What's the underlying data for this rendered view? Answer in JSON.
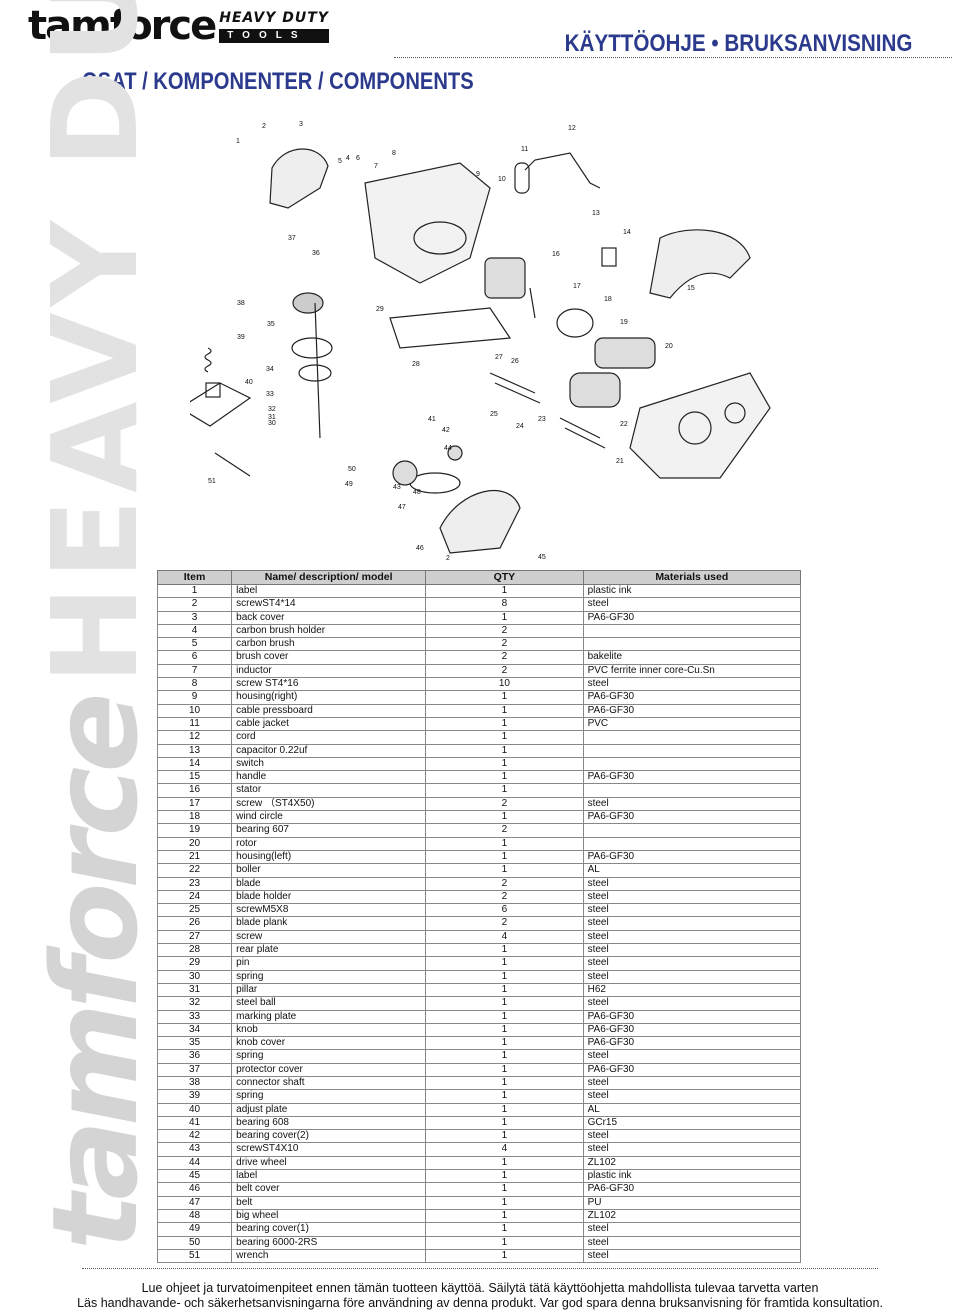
{
  "header": {
    "logo_main": "tamforce",
    "logo_sub1": "HEAVY DUTY",
    "logo_sub2": "TOOLS",
    "title": "KÄYTTÖOHJE • BRUKSANVISNING"
  },
  "section_title": "OSAT / KOMPONENTER / COMPONENTS",
  "watermark": {
    "brand": "tamforce",
    "tag": "HEAVY DUTY"
  },
  "diagram": {
    "callouts": [
      "1",
      "2",
      "3",
      "4",
      "5",
      "6",
      "7",
      "8",
      "9",
      "10",
      "11",
      "12",
      "13",
      "14",
      "15",
      "16",
      "17",
      "18",
      "19",
      "20",
      "21",
      "22",
      "23",
      "24",
      "25",
      "26",
      "27",
      "28",
      "29",
      "30",
      "31",
      "32",
      "33",
      "34",
      "35",
      "36",
      "37",
      "38",
      "39",
      "40",
      "41",
      "42",
      "43",
      "44",
      "45",
      "46",
      "47",
      "48",
      "49",
      "50",
      "51"
    ]
  },
  "table": {
    "headers": [
      "Item",
      "Name/ description/ model",
      "QTY",
      "Materials used"
    ],
    "rows": [
      [
        "1",
        "label",
        "1",
        "plastic ink"
      ],
      [
        "2",
        "screwST4*14",
        "8",
        "steel"
      ],
      [
        "3",
        "back cover",
        "1",
        "PA6-GF30"
      ],
      [
        "4",
        "carbon brush holder",
        "2",
        ""
      ],
      [
        "5",
        "carbon brush",
        "2",
        ""
      ],
      [
        "6",
        "brush cover",
        "2",
        "bakelite"
      ],
      [
        "7",
        " inductor",
        "2",
        "PVC ferrite inner core-Cu.Sn"
      ],
      [
        "8",
        "screw ST4*16",
        "10",
        "steel"
      ],
      [
        "9",
        "housing(right)",
        "1",
        "PA6-GF30"
      ],
      [
        "10",
        "cable pressboard",
        "1",
        "PA6-GF30"
      ],
      [
        "11",
        "cable jacket",
        "1",
        "PVC"
      ],
      [
        "12",
        "cord",
        "1",
        ""
      ],
      [
        "13",
        "capacitor 0.22uf",
        "1",
        ""
      ],
      [
        "14",
        "switch",
        "1",
        ""
      ],
      [
        "15",
        "handle",
        "1",
        "PA6-GF30"
      ],
      [
        "16",
        "stator",
        "1",
        ""
      ],
      [
        "17",
        "screw （ST4X50)",
        "2",
        "steel"
      ],
      [
        "18",
        "wind circle",
        "1",
        "PA6-GF30"
      ],
      [
        "19",
        "bearing 607",
        "2",
        ""
      ],
      [
        "20",
        "rotor",
        "1",
        ""
      ],
      [
        "21",
        "housing(left)",
        "1",
        "PA6-GF30"
      ],
      [
        "22",
        " boller",
        "1",
        "AL"
      ],
      [
        "23",
        "blade",
        "2",
        "steel"
      ],
      [
        "24",
        "blade holder",
        "2",
        "steel"
      ],
      [
        "25",
        "screwM5X8",
        "6",
        "steel"
      ],
      [
        "26",
        "blade plank",
        "2",
        "steel"
      ],
      [
        "27",
        "screw",
        "4",
        "steel"
      ],
      [
        "28",
        " rear plate",
        "1",
        "steel"
      ],
      [
        "29",
        "pin",
        "1",
        "steel"
      ],
      [
        "30",
        "spring",
        "1",
        "steel"
      ],
      [
        "31",
        "pillar",
        "1",
        "H62"
      ],
      [
        "32",
        "steel ball",
        "1",
        "steel"
      ],
      [
        "33",
        "marking plate",
        "1",
        "PA6-GF30"
      ],
      [
        "34",
        "knob",
        "1",
        "PA6-GF30"
      ],
      [
        "35",
        "knob cover",
        "1",
        "PA6-GF30"
      ],
      [
        "36",
        "spring",
        "1",
        "steel"
      ],
      [
        "37",
        " protector cover",
        "1",
        "PA6-GF30"
      ],
      [
        "38",
        " connector shaft",
        "1",
        "steel"
      ],
      [
        "39",
        "spring",
        "1",
        "steel"
      ],
      [
        "40",
        " adjust plate",
        "1",
        "AL"
      ],
      [
        "41",
        "bearing 608",
        "1",
        "GCr15"
      ],
      [
        "42",
        "bearing cover(2)",
        "1",
        "steel"
      ],
      [
        "43",
        "screwST4X10",
        "4",
        "steel"
      ],
      [
        "44",
        "drive wheel",
        "1",
        "ZL102"
      ],
      [
        "45",
        "label",
        "1",
        "plastic ink"
      ],
      [
        "46",
        "belt cover",
        "1",
        "PA6-GF30"
      ],
      [
        "47",
        "belt",
        "1",
        "PU"
      ],
      [
        "48",
        "big wheel",
        "1",
        "ZL102"
      ],
      [
        "49",
        "bearing cover(1)",
        "1",
        "steel"
      ],
      [
        "50",
        "bearing 6000-2RS",
        "1",
        "steel"
      ],
      [
        "51",
        "wrench",
        "1",
        "steel"
      ]
    ]
  },
  "footer": {
    "line1": "Lue ohjeet ja turvatoimenpiteet ennen tämän tuotteen käyttöä. Säilytä tätä käyttöohjetta mahdollista tulevaa tarvetta varten",
    "line2": "Läs handhavande- och säkerhetsanvisningarna före användning av denna produkt. Var god spara denna bruksanvisning för framtida konsultation."
  }
}
